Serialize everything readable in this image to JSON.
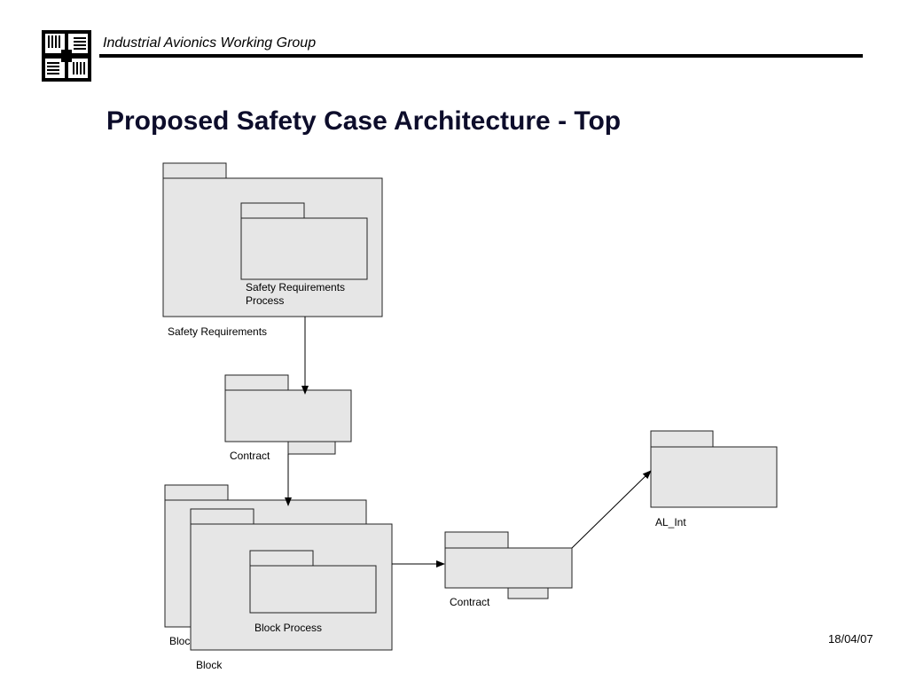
{
  "header": {
    "organization": "Industrial Avionics Working Group"
  },
  "slide": {
    "title": "Proposed Safety Case Architecture - Top",
    "date": "18/04/07"
  },
  "diagram": {
    "packages": {
      "safety_requirements": "Safety Requirements",
      "safety_requirements_process_line1": "Safety Requirements",
      "safety_requirements_process_line2": "Process",
      "contract_top": "Contract",
      "block_back": "Block",
      "block_front": "Block",
      "block_process": "Block Process",
      "contract_right": "Contract",
      "al_int": "AL_Int"
    },
    "connections": [
      {
        "from": "Safety Requirements",
        "to": "Contract"
      },
      {
        "from": "Contract",
        "to": "Block"
      },
      {
        "from": "Block",
        "to": "Contract"
      },
      {
        "from": "Contract",
        "to": "AL_Int"
      }
    ]
  },
  "colors": {
    "package_fill": "#e6e6e6",
    "title_color": "#0d0d2b"
  }
}
